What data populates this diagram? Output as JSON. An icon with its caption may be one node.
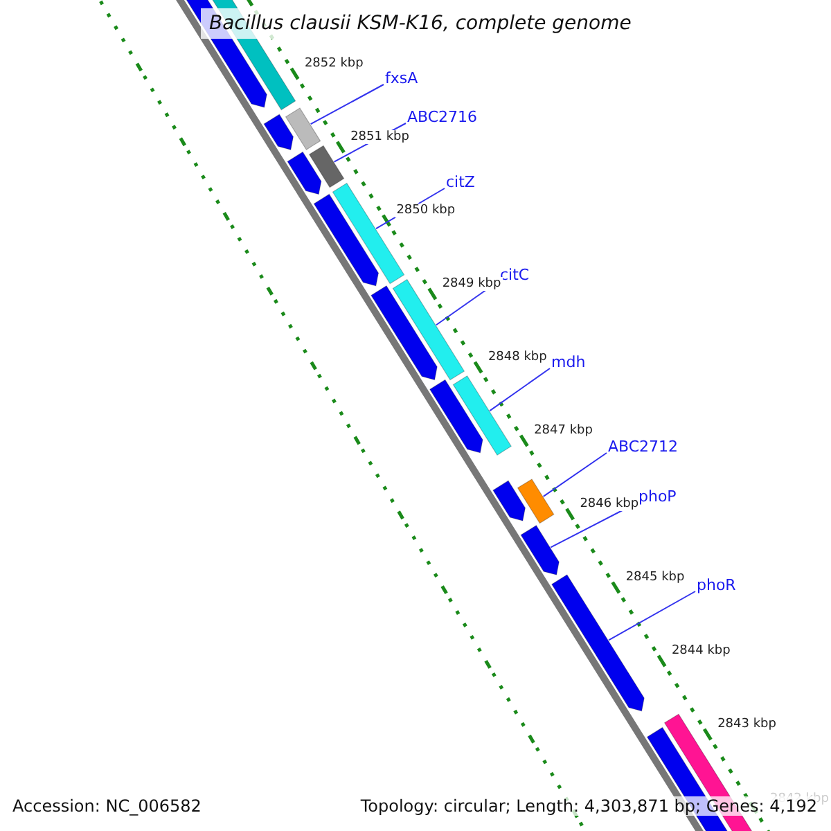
{
  "diagram": {
    "title": "Bacillus clausii KSM-K16, complete genome",
    "nodes": [
      {
        "text": [
          "fxsA"
        ]
      },
      {
        "text": [
          "ABC2716"
        ]
      },
      {
        "text": [
          "citZ"
        ]
      },
      {
        "text": [
          "citC"
        ]
      },
      {
        "text": [
          "mdh"
        ]
      },
      {
        "text": [
          "ABC2712"
        ]
      },
      {
        "text": [
          "phoP"
        ]
      },
      {
        "text": [
          "phoR"
        ]
      },
      {
        "text": [],
        "shape": "bar"
      },
      {
        "text": [],
        "shape": "bar"
      },
      {
        "text": [],
        "shape": "bar"
      },
      {
        "text": [],
        "shape": "bar"
      },
      {
        "text": [],
        "shape": "bar"
      },
      {
        "text": [],
        "shape": "bar"
      },
      {
        "text": [],
        "shape": "bar"
      },
      {
        "text": [],
        "shape": "bar"
      }
    ],
    "edges": [
      {
        "from": 0,
        "to": 8,
        "arrow": "none"
      },
      {
        "from": 1,
        "to": 9,
        "arrow": "none"
      },
      {
        "from": 2,
        "to": 10,
        "arrow": "none"
      },
      {
        "from": 3,
        "to": 11,
        "arrow": "none"
      },
      {
        "from": 4,
        "to": 12,
        "arrow": "none"
      },
      {
        "from": 5,
        "to": 13,
        "arrow": "none"
      },
      {
        "from": 6,
        "to": 14,
        "arrow": "none"
      },
      {
        "from": 7,
        "to": 15,
        "arrow": "none"
      }
    ],
    "labels": [
      "2852 kbp",
      "2851 kbp",
      "2850 kbp",
      "2849 kbp",
      "2848 kbp",
      "2847 kbp",
      "2846 kbp",
      "2845 kbp",
      "2844 kbp",
      "2843 kbp",
      "2842 kbp",
      "Accession: NC_006582",
      "Topology: circular; Length: 4,303,871 bp; Genes: 4,192"
    ]
  }
}
